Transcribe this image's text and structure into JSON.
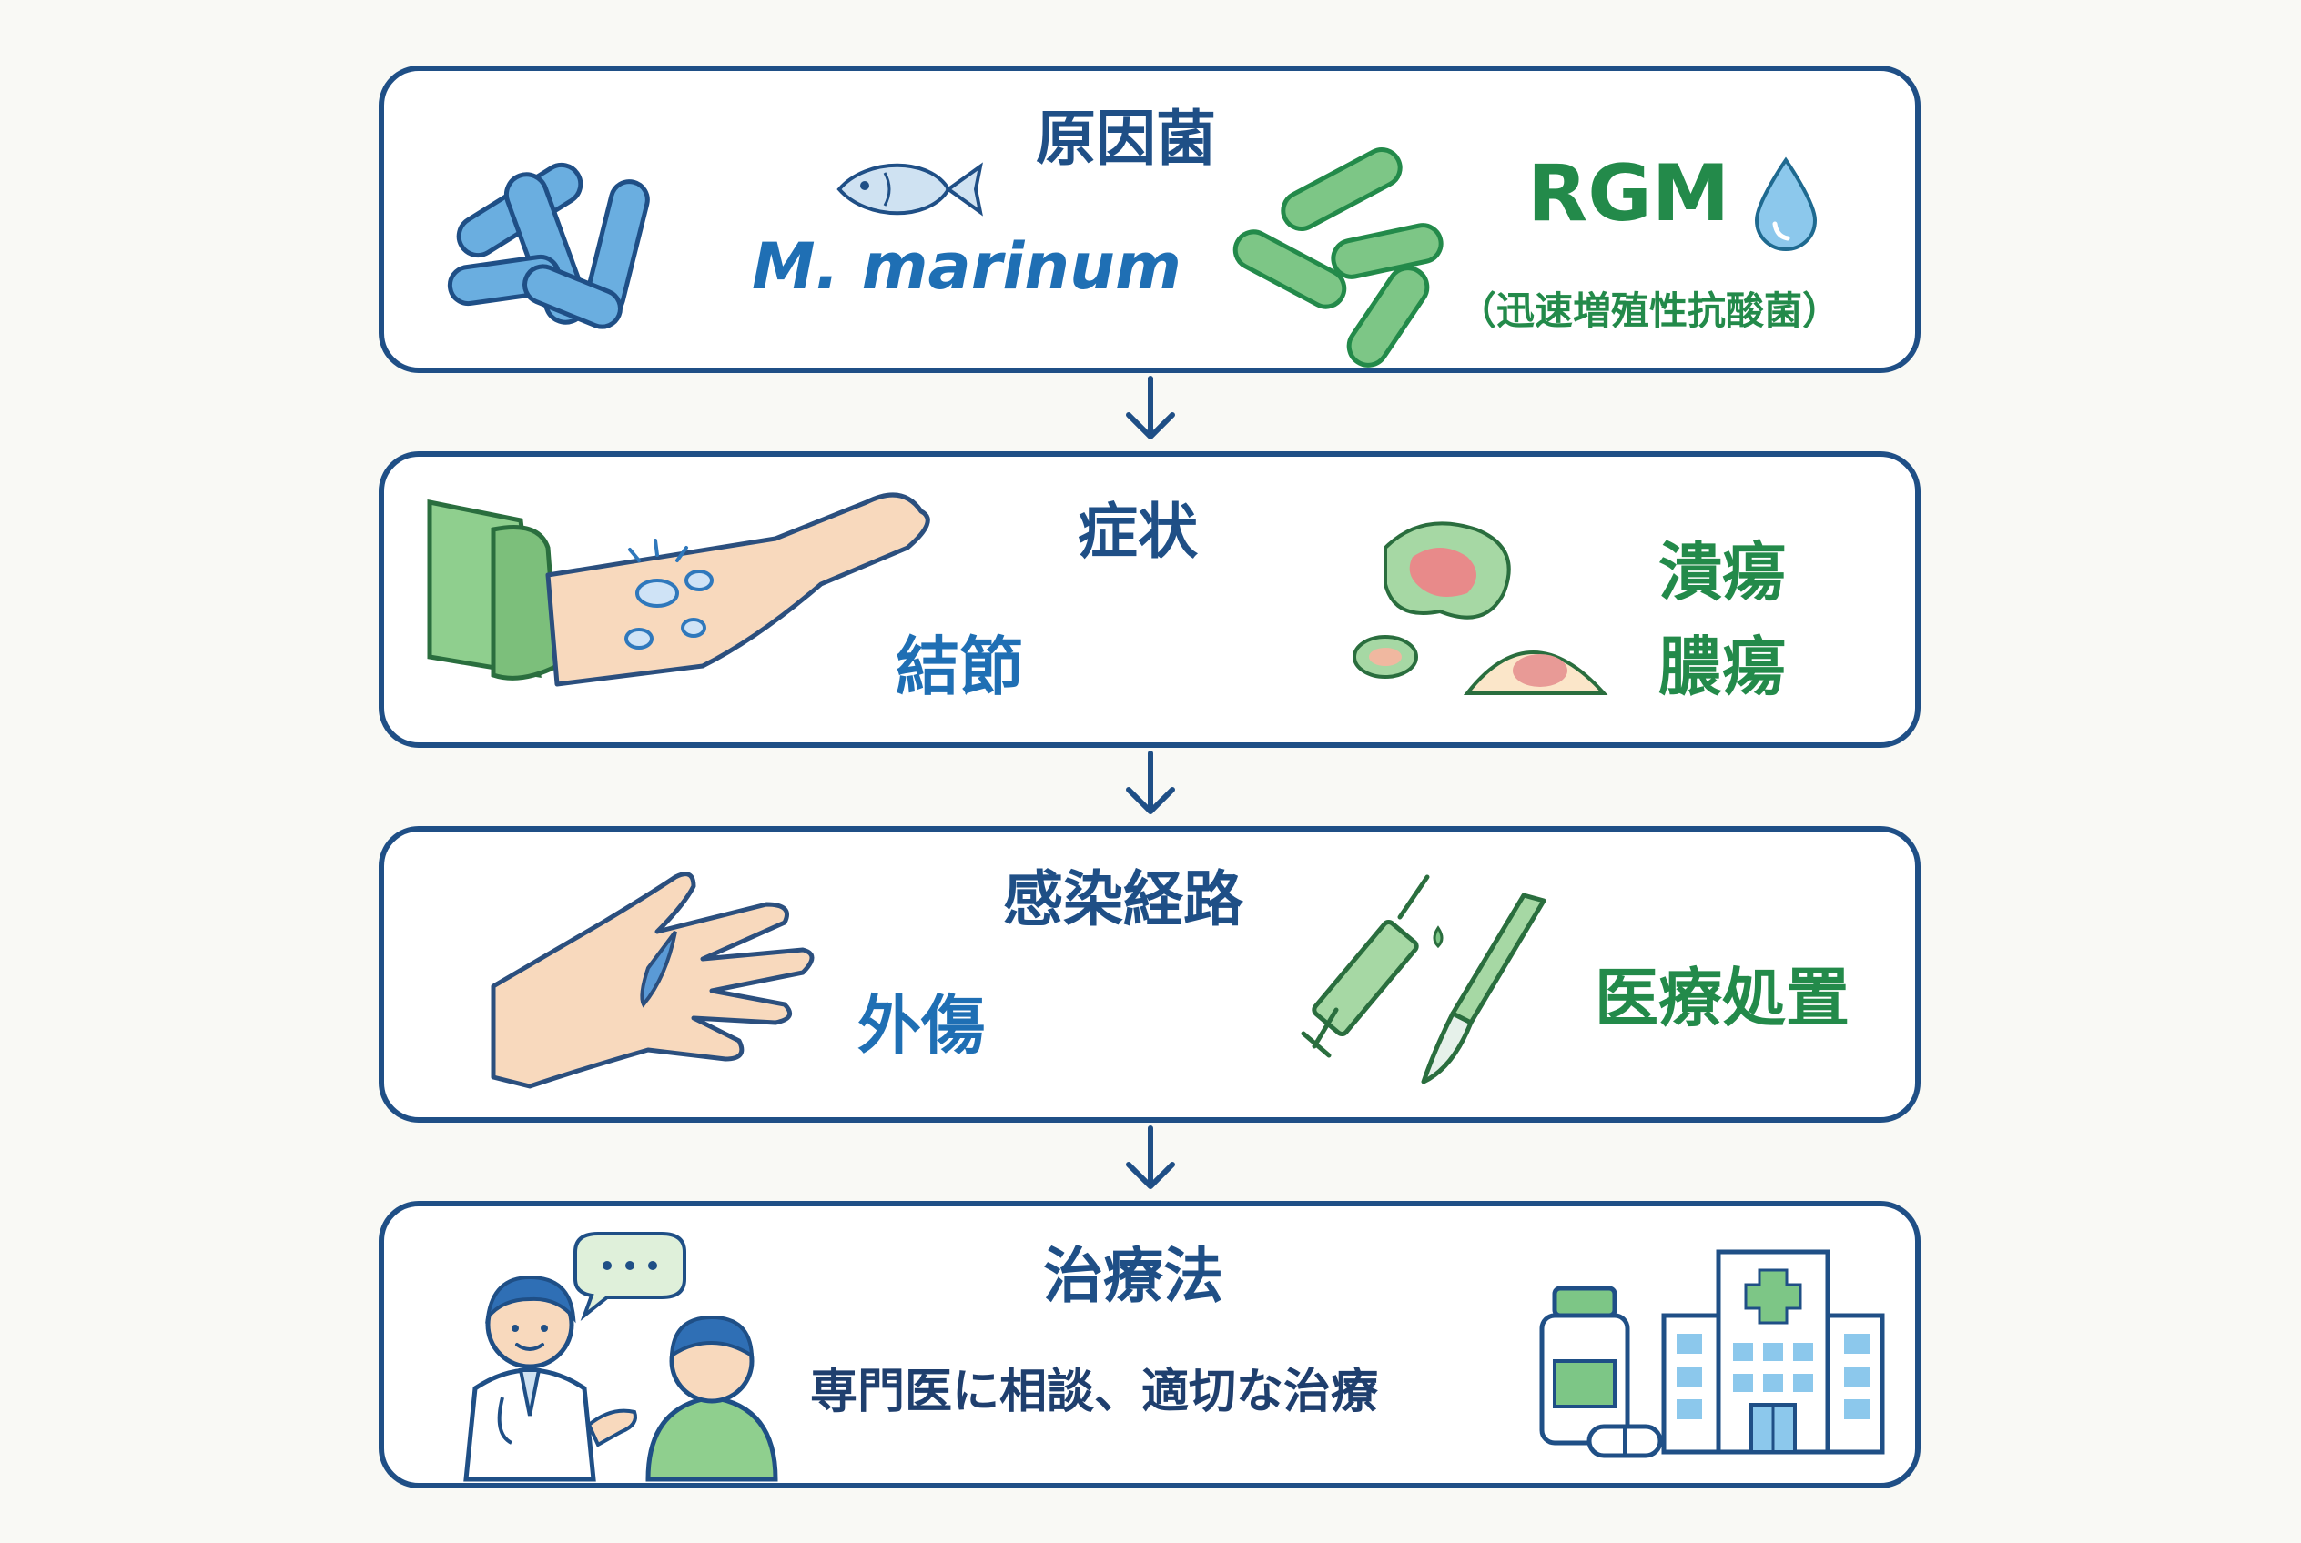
{
  "sections": [
    {
      "title": "原因菌",
      "left_label": "M. marinum",
      "right_label": "RGM",
      "right_sublabel": "（迅速増殖性抗酸菌）",
      "icons": [
        "bacteria-rods-icon",
        "fish-icon",
        "green-bacteria-icon",
        "droplet-icon"
      ]
    },
    {
      "title": "症状",
      "left_label": "結節",
      "right_labels": [
        "潰瘍",
        "膿瘍"
      ],
      "icons": [
        "arm-nodules-icon",
        "skin-lesion-icon"
      ]
    },
    {
      "title": "感染経路",
      "left_label": "外傷",
      "right_label": "医療処置",
      "icons": [
        "wounded-hand-icon",
        "syringe-icon",
        "scalpel-icon"
      ]
    },
    {
      "title": "治療法",
      "body": "専門医に相談、適切な治療",
      "icons": [
        "doctor-patient-icon",
        "speech-bubble-icon",
        "medicine-bottle-icon",
        "hospital-icon"
      ]
    }
  ],
  "colors": {
    "border": "#1f4f86",
    "blue_text": "#1f6fb4",
    "green_text": "#238a4a",
    "bacteria_blue": "#6aaee0",
    "bacteria_green": "#7dc686"
  }
}
